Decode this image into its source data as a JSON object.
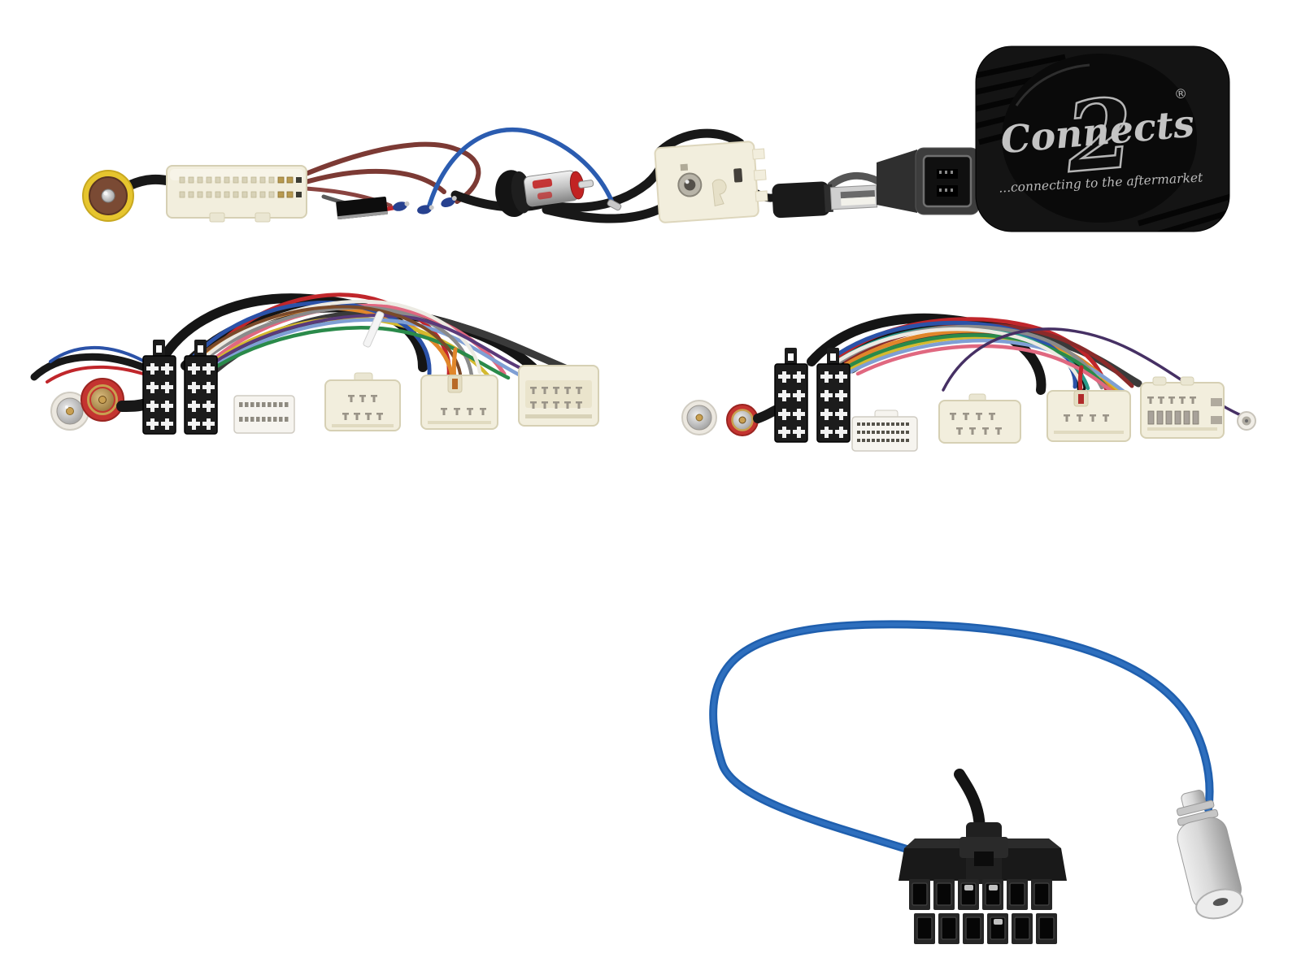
{
  "photo": {
    "brand_box": {
      "script": "Connects",
      "numeral": "2",
      "registered": "®",
      "tagline": "...connecting to the aftermarket"
    },
    "palette": {
      "background": "#ffffff",
      "box_black": "#141414",
      "box_gloss": "#0a0a0a",
      "logo_silver": "#c3c3c3",
      "cream": "#f2eedd",
      "cream_edge": "#d6d0b4",
      "connector_black": "#1c1c1c",
      "cable_black": "#181818",
      "blue_cable": "#2e6fbe",
      "blue_wire": "#2b5cb0",
      "maroon_wire": "#7c3a34",
      "red_wire": "#c0262b",
      "orange_wire": "#e0862a",
      "yellow_wire": "#d4b92e",
      "green_wire": "#2a8a4a",
      "pink_wire": "#e06880",
      "gray_wire": "#8a8a8a",
      "purple_wire": "#463064",
      "white_wire": "#eceae2",
      "teal_wire": "#2a9a8a",
      "lightblue_wire": "#7f9fd4",
      "rca_red": "#c43430",
      "rca_white": "#ece8e0",
      "antenna_yellow": "#e6c52e",
      "antenna_brown": "#7a4a34",
      "din_silver": "#cfcfcf",
      "gold": "#c9a052"
    }
  }
}
